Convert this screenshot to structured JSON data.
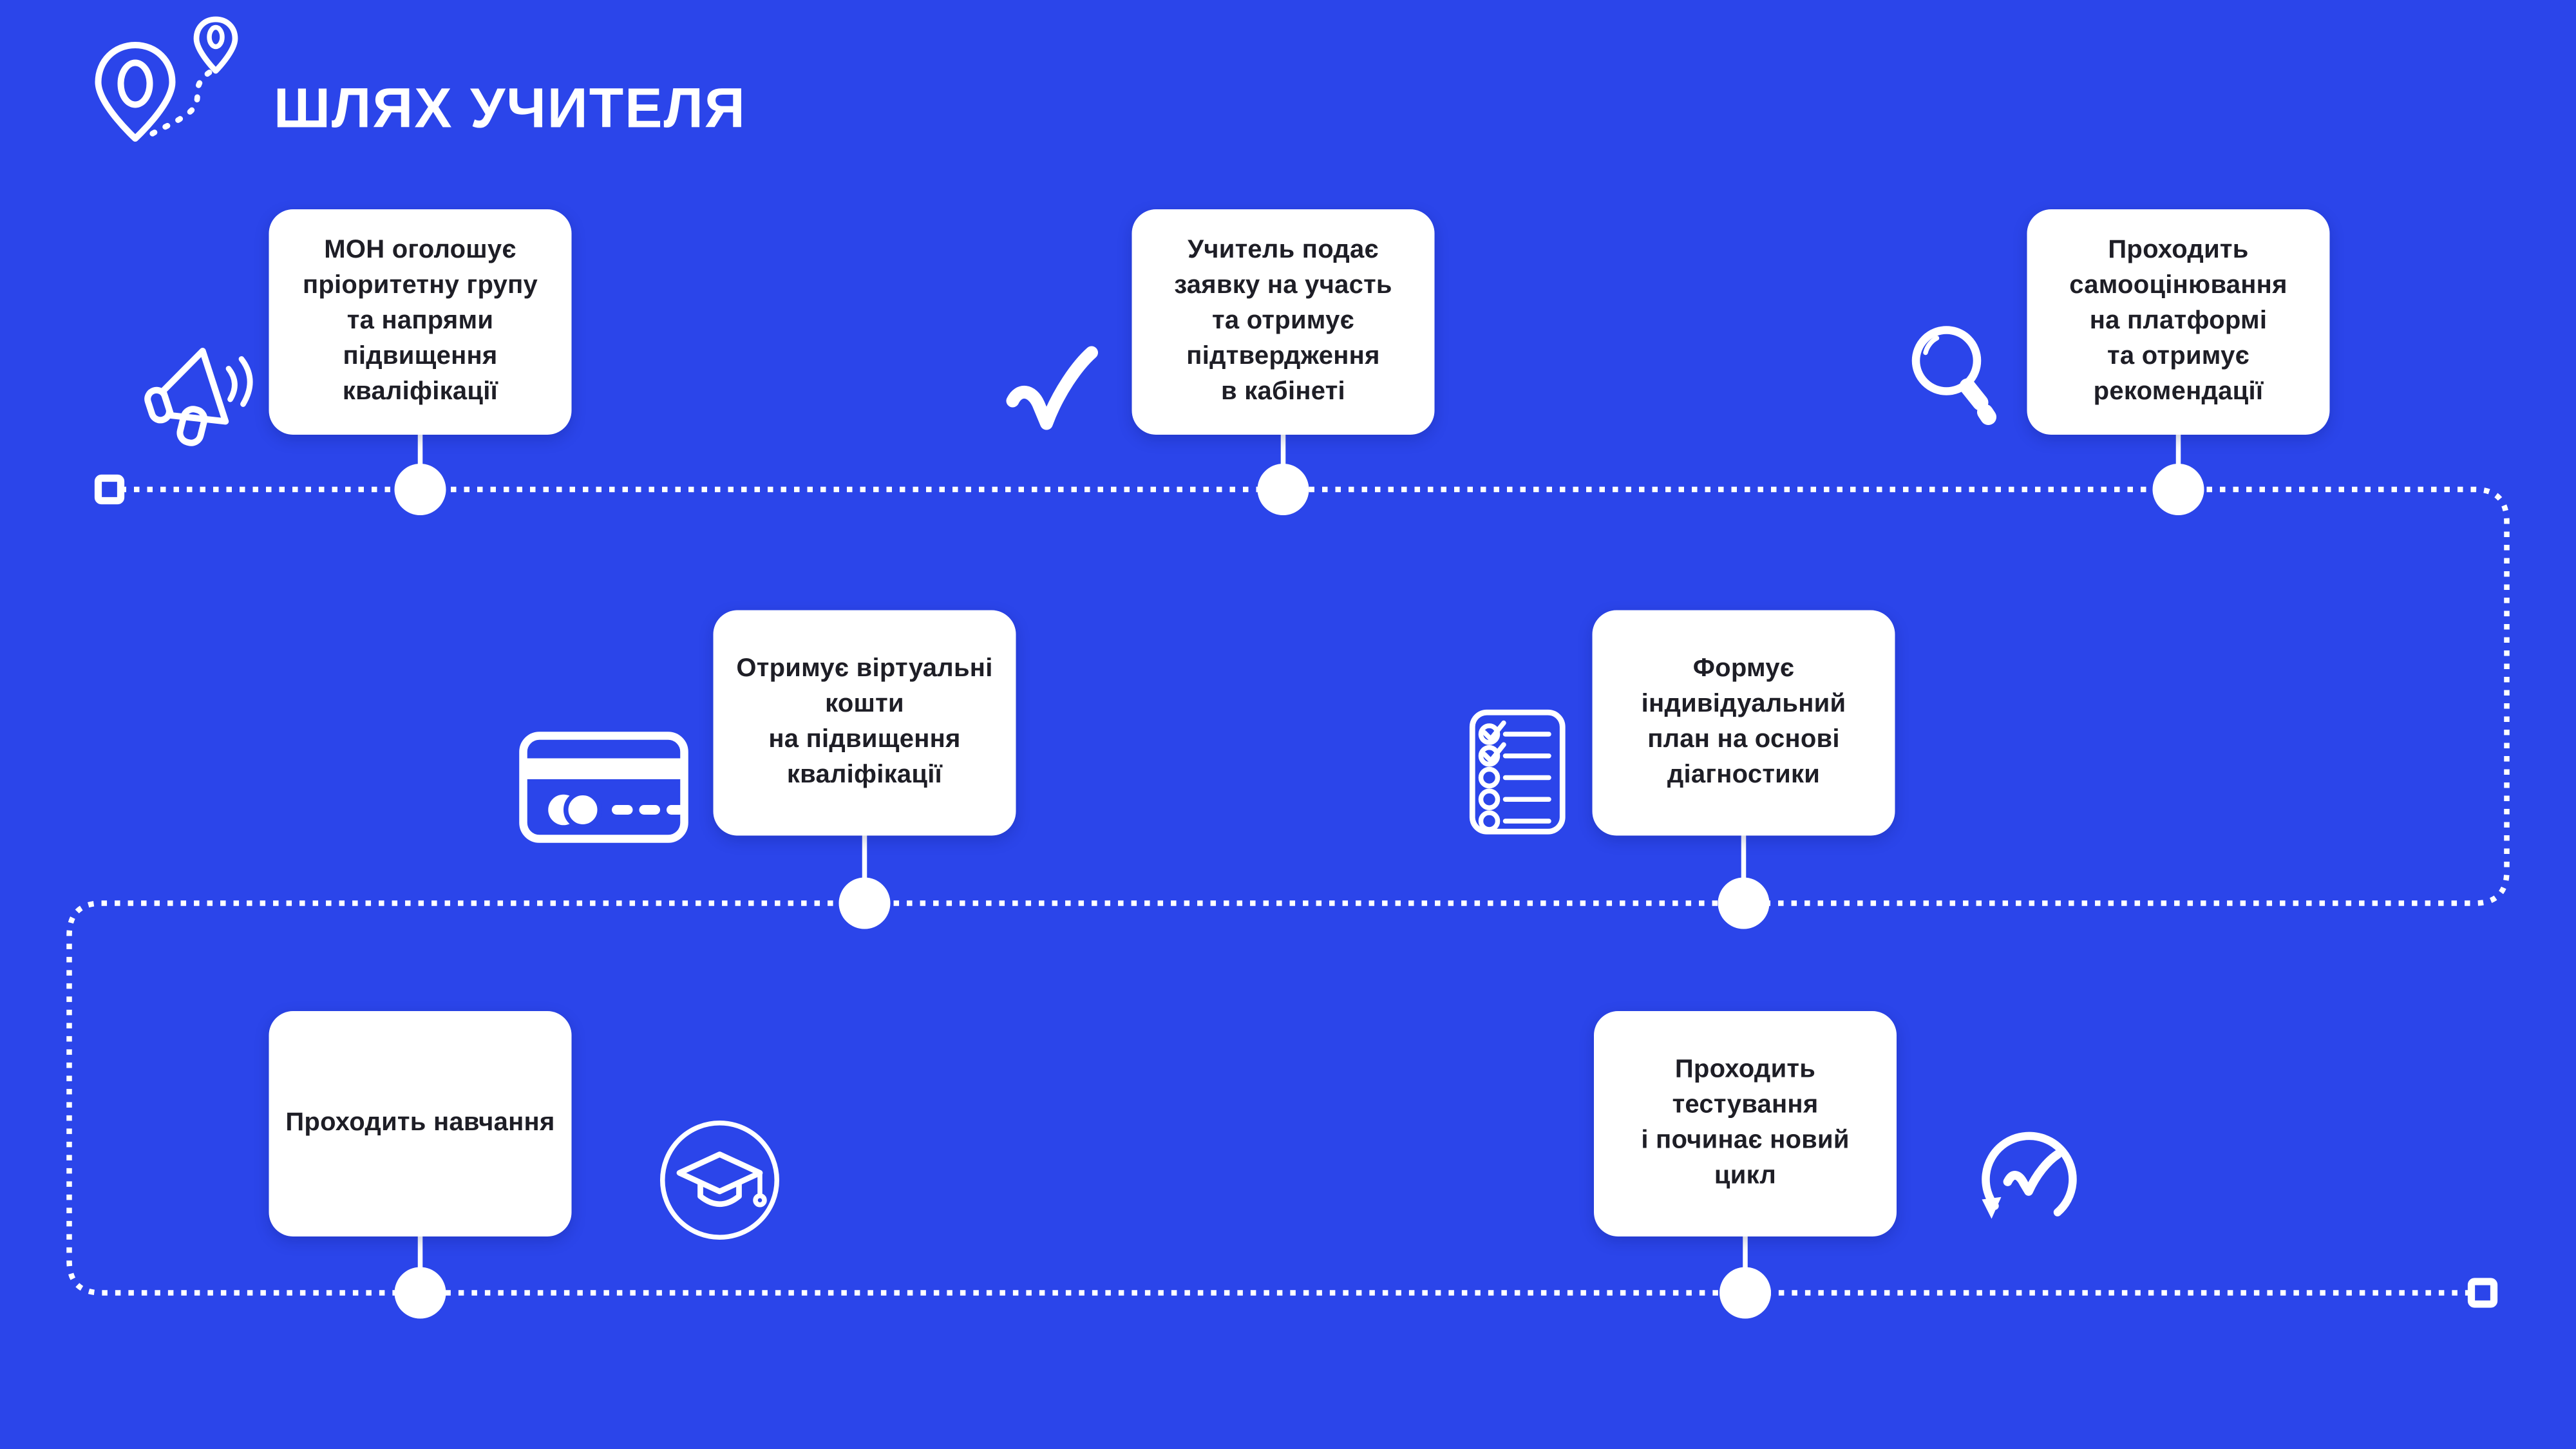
{
  "title": "ШЛЯХ УЧИТЕЛЯ",
  "colors": {
    "background": "#2b45ea",
    "card_background": "#ffffff",
    "card_text": "#1e1e26",
    "line": "#ffffff"
  },
  "header_icon": "route-pins-icon",
  "steps": [
    {
      "id": 1,
      "icon": "megaphone-icon",
      "label": "МОН оголошує\nпріоритетну групу\nта напрями\nпідвищення\nкваліфікації"
    },
    {
      "id": 2,
      "icon": "checkmark-icon",
      "label": "Учитель подає\nзаявку на участь\nта отримує\nпідтвердження\nв кабінеті"
    },
    {
      "id": 3,
      "icon": "magnifier-icon",
      "label": "Проходить\nсамооцінювання\nна платформі\nта отримує\nрекомендації"
    },
    {
      "id": 4,
      "icon": "credit-card-icon",
      "label": "Отримує віртуальні\nкошти\nна підвищення\nкваліфікації"
    },
    {
      "id": 5,
      "icon": "checklist-icon",
      "label": "Формує\nіндивідуальний\nплан на основі\nдіагностики"
    },
    {
      "id": 6,
      "icon": "graduation-cap-icon",
      "label": "Проходить навчання"
    },
    {
      "id": 7,
      "icon": "renew-check-icon",
      "label": "Проходить\nтестування\nі починає новий\nцикл"
    }
  ]
}
